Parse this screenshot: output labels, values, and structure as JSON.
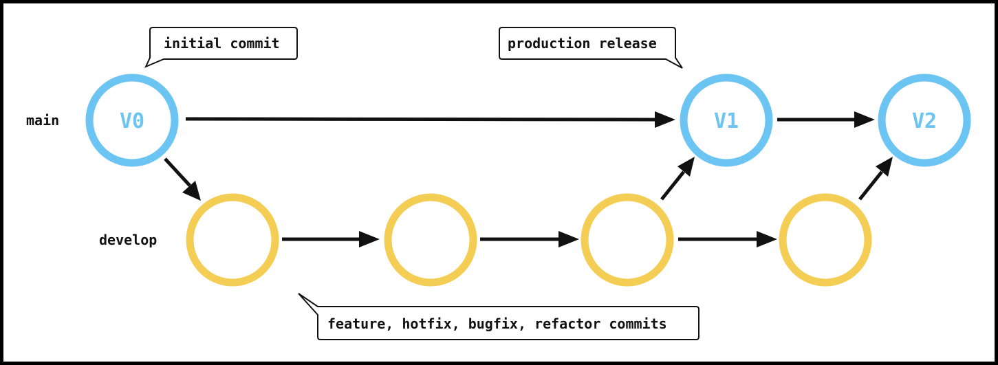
{
  "colors": {
    "main_branch": "#6cc4f2",
    "develop_branch": "#f4cd54",
    "arrow": "#111111",
    "frame": "#000000"
  },
  "branches": {
    "main_label": "main",
    "develop_label": "develop"
  },
  "nodes": {
    "main": [
      "V0",
      "V1",
      "V2"
    ],
    "develop": [
      "",
      "",
      "",
      ""
    ]
  },
  "callouts": {
    "initial": "initial commit",
    "release": "production release",
    "develop_commits": "feature, hotfix, bugfix, refactor commits"
  }
}
